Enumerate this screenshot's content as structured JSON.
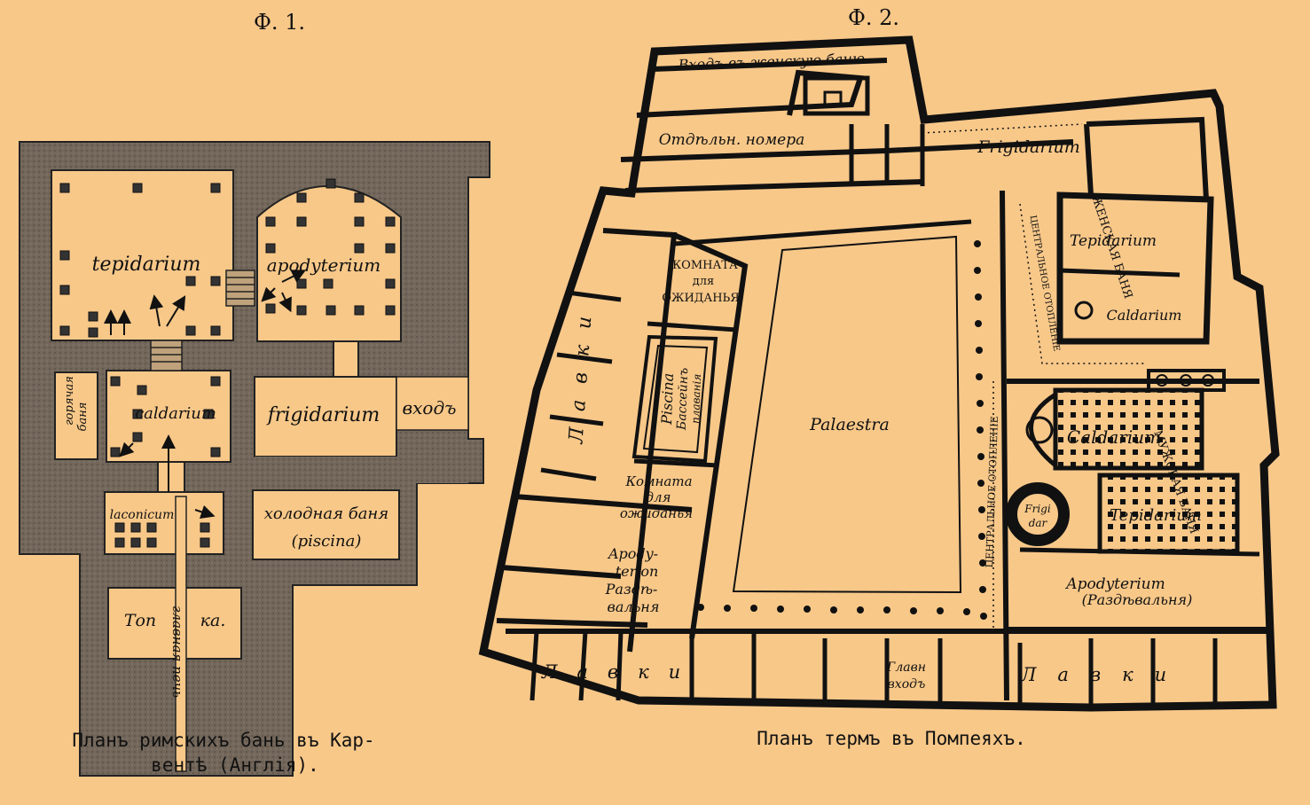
{
  "fig1": {
    "title": "Ф. 1.",
    "rooms": {
      "tepidarium": "tepidarium",
      "apodyterium": "apodyterium",
      "goryachaya_1": "горячая",
      "goryachaya_2": "баня",
      "caldarium": "caldarium",
      "frigidarium": "frigidarium",
      "vkhod": "входъ",
      "laconicum": "laconicum",
      "kholodnaya": "холодная баня",
      "piscina": "(piscina)",
      "topka_1": "Топ",
      "topka_2": "ка.",
      "glavnaya_pech": "главная печь"
    },
    "caption_line1": "Планъ римскихъ бань въ Кар-",
    "caption_line2": "вентѣ (Англія)."
  },
  "fig2": {
    "title": "Ф. 2.",
    "rooms": {
      "vkhod_zhenskuyu": "Входъ въ женскую баню",
      "otd_nomera": "Отдѣльн. номера",
      "frigidarium": "Frigidarium",
      "zhenskaya": "ЖЕНСКАЯ БАНЯ",
      "tepidarium_w": "Tepidarium",
      "caldarium_w": "Caldarium",
      "central_heat_w": "ЦЕНТРАЛЬНОЕ ОТОПЛЕНІЕ",
      "komnata_1": "КОМНАТА",
      "komnata_2": "для",
      "komnata_3": "ОЖИДАНЬЯ",
      "lavki_left": "Лавки",
      "piscina": "Piscina",
      "bassein_1": "Бассейнъ",
      "bassein_2": "плаванія",
      "komnata2_1": "Комната",
      "komnata2_2": "для",
      "komnata2_3": "ожиданья",
      "apodyterion_1": "Apody-",
      "apodyterion_2": "terion",
      "apodyterion_3": "Раздѣ-",
      "apodyterion_4": "вальня",
      "palaestra": "Palaestra",
      "central_heat_m": "ЦЕНТРАЛЬНОЕ ОТОПЛЕНІЕ",
      "caldarium_m": "Caldarium",
      "muzhskaya": "МУЖСКАЯ БАНЯ",
      "frigidar_1": "Frigi",
      "frigidar_2": "dar",
      "tepidarium_m": "Tepidarium",
      "apodyterium_m": "Apodyterium",
      "razdevalnya": "(Раздѣвальня)",
      "glavn_1": "Главн",
      "glavn_2": "входъ",
      "lavki_bottom_l": "Лавки",
      "lavki_bottom_r": "Лавки"
    },
    "caption": "Планъ термъ въ Помпеяхъ."
  },
  "colors": {
    "paper": "#f8c889",
    "ink": "#111111",
    "wall_fill": "#6e6256"
  }
}
